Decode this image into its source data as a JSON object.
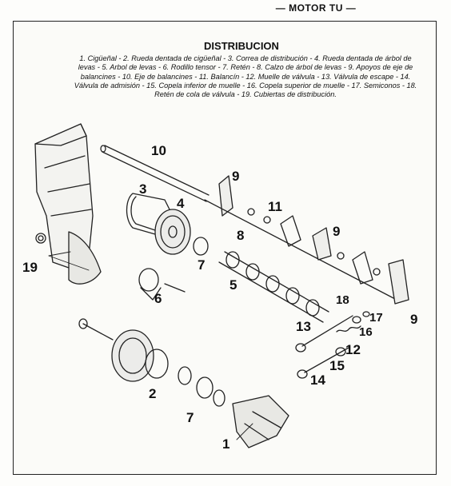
{
  "header": {
    "section": "— MOTOR TU —"
  },
  "figure": {
    "title": "DISTRIBUCION",
    "legend": "1. Cigüeñal - 2. Rueda dentada de cigüeñal - 3. Correa de distribución - 4. Rueda dentada de árbol de levas - 5. Arbol de levas - 6. Rodillo tensor - 7. Retén - 8. Calzo de árbol de levas - 9. Apoyos de eje de balancines - 10. Eje de balancines - 11. Balancín - 12. Muelle de válvula - 13. Válvula de escape - 14. Válvula de admisión - 15. Copela inferior de muelle - 16. Copela superior de muelle - 17. Semiconos - 18. Retén de cola de válvula - 19. Cubiertas de distribución."
  },
  "callouts": {
    "c1": "1",
    "c2": "2",
    "c3": "3",
    "c4": "4",
    "c5": "5",
    "c6": "6",
    "c7a": "7",
    "c7b": "7",
    "c8": "8",
    "c9a": "9",
    "c9b": "9",
    "c9c": "9",
    "c10": "10",
    "c11": "11",
    "c12": "12",
    "c13": "13",
    "c14": "14",
    "c15": "15",
    "c16": "16",
    "c17": "17",
    "c18": "18",
    "c19": "19"
  }
}
